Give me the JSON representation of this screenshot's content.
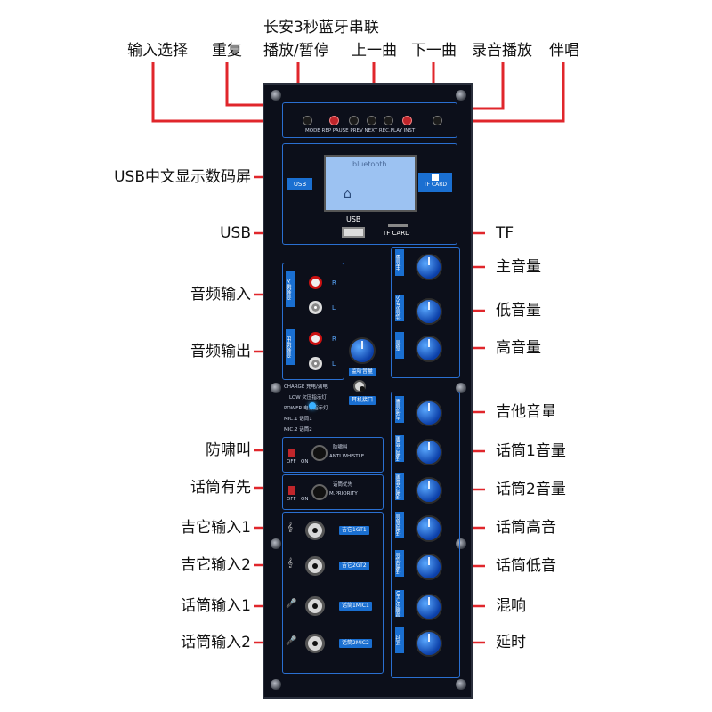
{
  "callouts": {
    "top": {
      "input_select": "输入选择",
      "repeat": "重复",
      "bt_series": "长安3秒蓝牙串联",
      "play_pause": "播放/暂停",
      "prev": "上一曲",
      "next": "下一曲",
      "rec_play": "录音播放",
      "accompany": "伴唱"
    },
    "left": {
      "usb_display": "USB中文显示数码屏",
      "usb": "USB",
      "audio_in": "音频输入",
      "audio_out": "音频输出",
      "anti_feedback": "防啸叫",
      "mic_priority": "话筒有先",
      "guitar_in1": "吉它输入1",
      "guitar_in2": "吉它输入2",
      "mic_in1": "话筒输入1",
      "mic_in2": "话筒输入2"
    },
    "right": {
      "tf": "TF",
      "master_vol": "主音量",
      "bass": "低音量",
      "treble": "高音量",
      "guitar_vol": "吉他音量",
      "mic1_vol": "话筒1音量",
      "mic2_vol": "话筒2音量",
      "mic_treble": "话筒高音",
      "mic_bass": "话筒低音",
      "reverb": "混响",
      "delay": "延时"
    }
  },
  "panel": {
    "button_labels": "MODE  REP  PAUSE  PREV  NEXT  REC.PLAY  INST",
    "lcd_text": "bluetooth",
    "usb_label": "USB",
    "tf_card_label": "TF CARD",
    "tf_card_label2": "TF CARD",
    "anti_whistle": "ANTI WHISTLE",
    "anti_whistle_cn": "防啸叫",
    "priority": "M.PRIORITY",
    "priority_cn": "话筒优先",
    "off": "OFF",
    "on": "ON",
    "gt1": "吉它1GT1",
    "gt2": "吉它2GT2",
    "mic1": "话筒1MIC1",
    "mic2": "话筒2MIC2",
    "monitor": "监听音量",
    "earphone": "耳机接口",
    "indicators": [
      "CHARGE 充电/满电",
      "LOW 欠压指示灯",
      "POWER 电源指示灯",
      "MIC.1 话筒1",
      "MIC.2 话筒2"
    ],
    "knob_labels": [
      "主音量VOLUME",
      "低音BASS",
      "高音TREBLE",
      "吉他音量GT.VOL",
      "话筒1音量M1.VOL",
      "话筒2音量M2.VOL",
      "话筒高音M.TREBLE",
      "话筒低音M.BASS",
      "混响ECHO",
      "延时DELAY"
    ],
    "rca_in": "音频输入AUDIO INPUT",
    "rca_out": "音频输出AUDIO OUT",
    "R": "R",
    "L": "L"
  },
  "colors": {
    "accent_red": "#e0262b",
    "knob_blue": "#1a6fd1",
    "lcd": "#9cc2f2"
  }
}
